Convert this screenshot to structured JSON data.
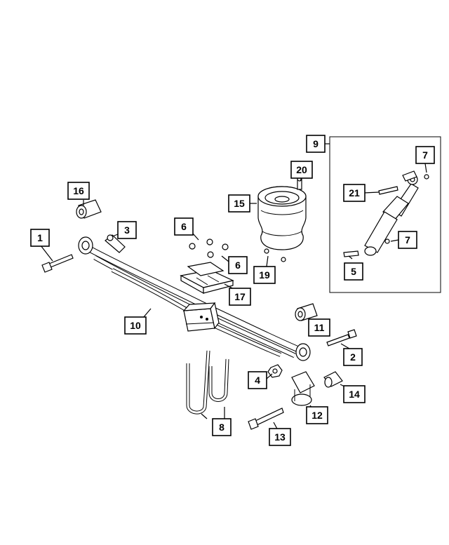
{
  "diagram": {
    "callouts": [
      {
        "id": "c1",
        "label": "1"
      },
      {
        "id": "c2",
        "label": "2"
      },
      {
        "id": "c3",
        "label": "3"
      },
      {
        "id": "c4",
        "label": "4"
      },
      {
        "id": "c5",
        "label": "5"
      },
      {
        "id": "c6a",
        "label": "6"
      },
      {
        "id": "c6b",
        "label": "6"
      },
      {
        "id": "c7a",
        "label": "7"
      },
      {
        "id": "c7b",
        "label": "7"
      },
      {
        "id": "c8",
        "label": "8"
      },
      {
        "id": "c9",
        "label": "9"
      },
      {
        "id": "c10",
        "label": "10"
      },
      {
        "id": "c11",
        "label": "11"
      },
      {
        "id": "c12",
        "label": "12"
      },
      {
        "id": "c13",
        "label": "13"
      },
      {
        "id": "c14",
        "label": "14"
      },
      {
        "id": "c15",
        "label": "15"
      },
      {
        "id": "c16",
        "label": "16"
      },
      {
        "id": "c17",
        "label": "17"
      },
      {
        "id": "c19",
        "label": "19"
      },
      {
        "id": "c20",
        "label": "20"
      },
      {
        "id": "c21",
        "label": "21"
      }
    ]
  }
}
